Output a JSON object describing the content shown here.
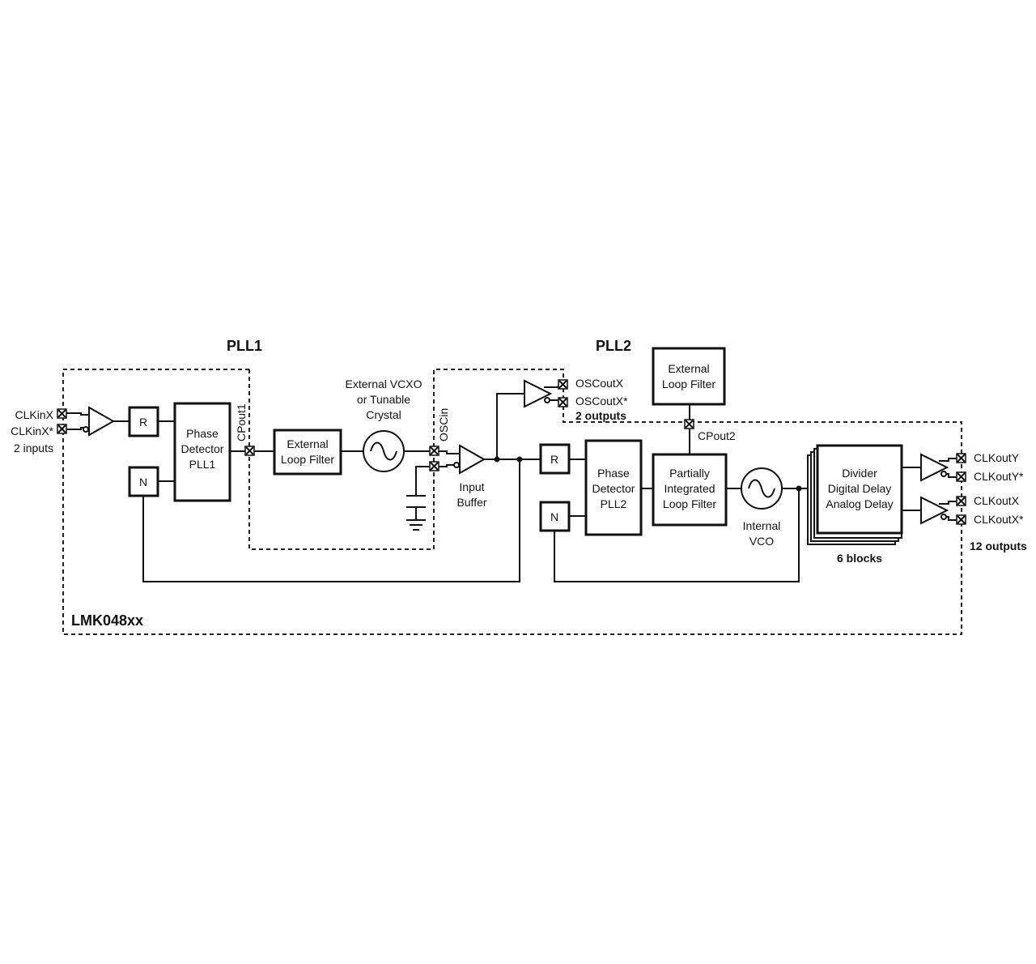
{
  "sections": {
    "pll1": "PLL1",
    "pll2": "PLL2",
    "device": "LMK048xx"
  },
  "inputs": {
    "pin_a": "CLKinX",
    "pin_b": "CLKinX*",
    "count": "2 inputs"
  },
  "pll1": {
    "r_divider": "R",
    "n_divider": "N",
    "phase_detector": [
      "Phase",
      "Detector",
      "PLL1"
    ],
    "cpout": "CPout1",
    "ext_loop_filter": [
      "External",
      "Loop Filter"
    ]
  },
  "vcxo": {
    "label": [
      "External VCXO",
      "or Tunable",
      "Crystal"
    ],
    "oscin": "OSCin"
  },
  "input_buffer": [
    "Input",
    "Buffer"
  ],
  "oscout": {
    "pin_a": "OSCoutX",
    "pin_b": "OSCoutX*",
    "count": "2 outputs"
  },
  "pll2": {
    "r_divider": "R",
    "n_divider": "N",
    "phase_detector": [
      "Phase",
      "Detector",
      "PLL2"
    ],
    "ext_loop_filter": [
      "External",
      "Loop Filter"
    ],
    "cpout": "CPout2",
    "partial_filter": [
      "Partially",
      "Integrated",
      "Loop Filter"
    ],
    "vco": [
      "Internal",
      "VCO"
    ]
  },
  "divider_block": {
    "lines": [
      "Divider",
      "Digital Delay",
      "Analog Delay"
    ],
    "count": "6 blocks"
  },
  "outputs": {
    "pin_y": "CLKoutY",
    "pin_y_n": "CLKoutY*",
    "pin_x": "CLKoutX",
    "pin_x_n": "CLKoutX*",
    "count": "12 outputs"
  }
}
